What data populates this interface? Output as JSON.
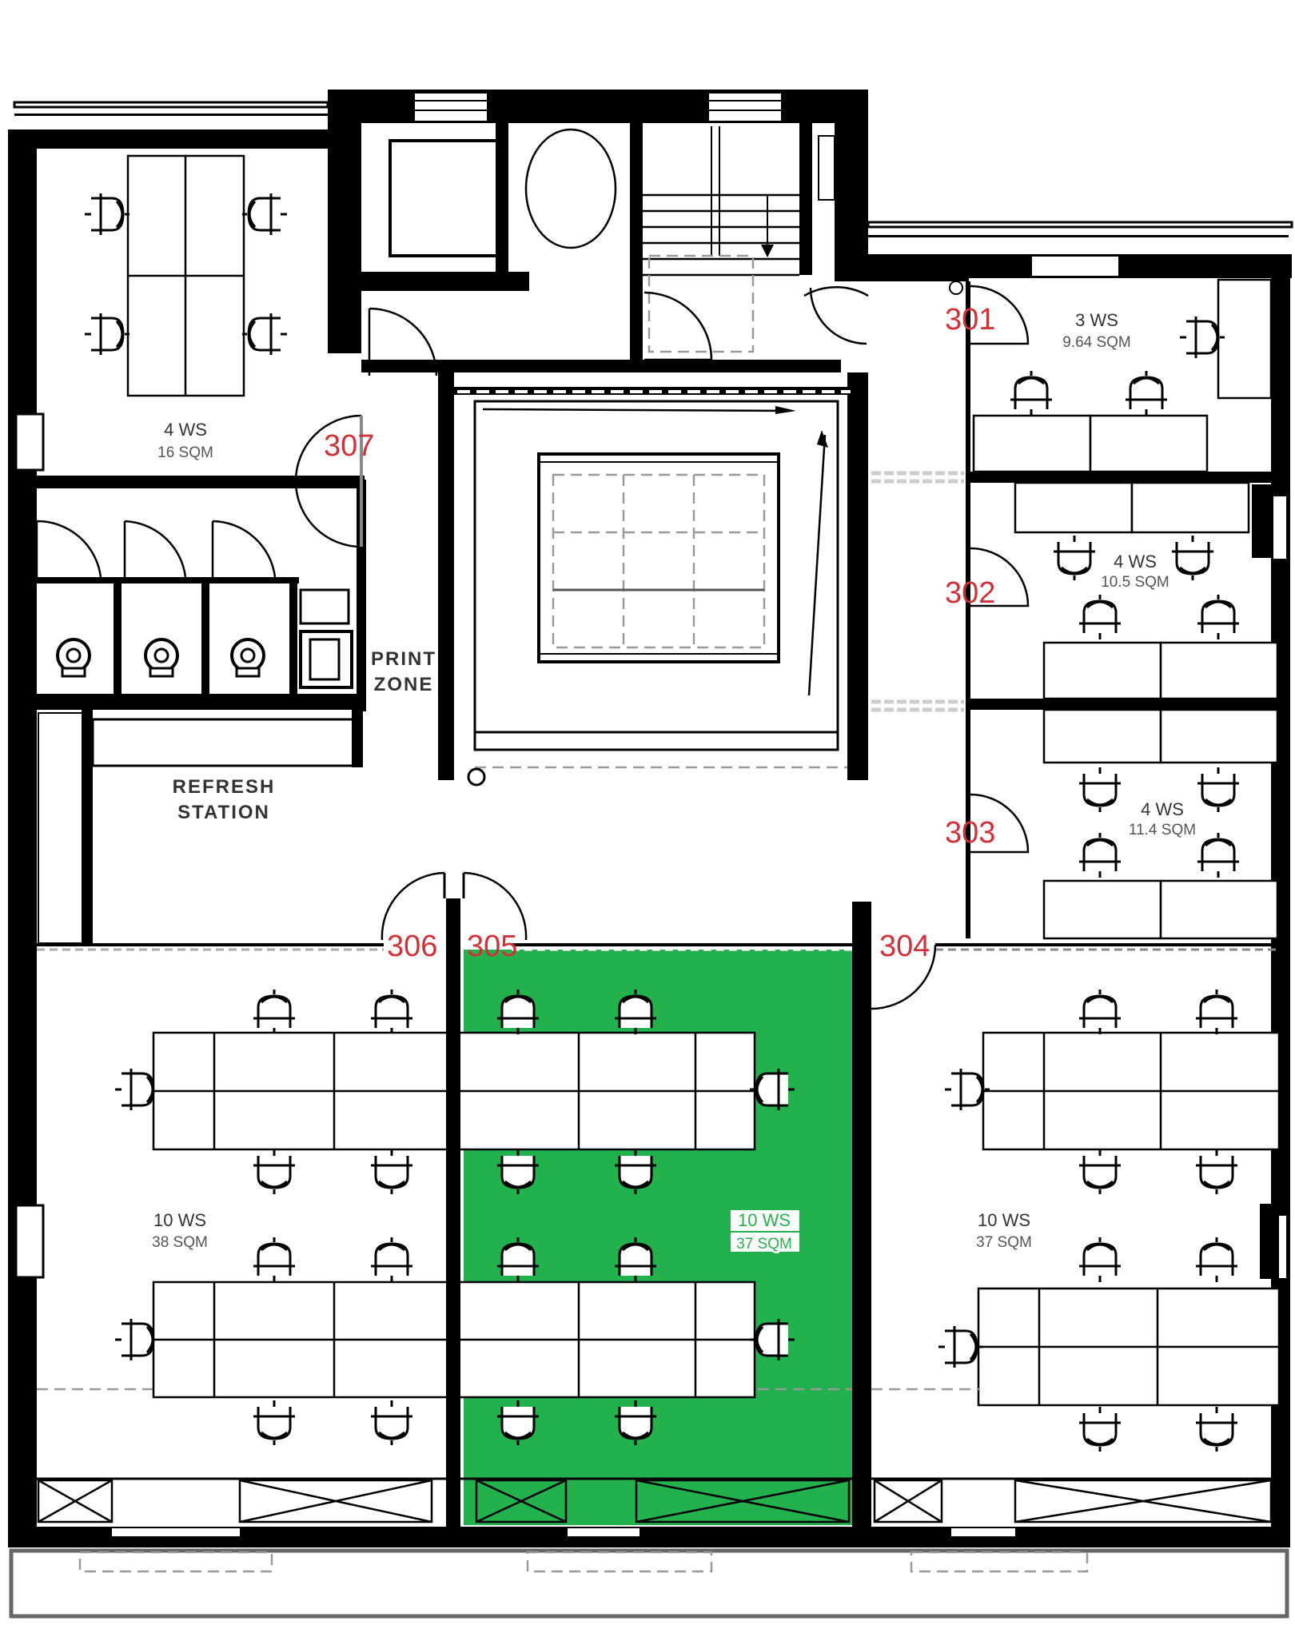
{
  "plan": {
    "title": "Office floor plan - level 3",
    "highlight_color": "#22B14C",
    "room_number_color": "#D0323A",
    "wall_color": "#000000"
  },
  "rooms": {
    "r_top_left": {
      "ws": "4 WS",
      "sqm": "16 SQM"
    },
    "r301": {
      "number": "301",
      "ws": "3 WS",
      "sqm": "9.64 SQM"
    },
    "r302": {
      "number": "302",
      "ws": "4 WS",
      "sqm": "10.5 SQM"
    },
    "r303": {
      "number": "303",
      "ws": "4 WS",
      "sqm": "11.4 SQM"
    },
    "r304": {
      "number": "304",
      "ws": "10 WS",
      "sqm": "37 SQM"
    },
    "r305": {
      "number": "305",
      "ws": "10 WS",
      "sqm": "37 SQM",
      "highlighted": true
    },
    "r306": {
      "number": "306",
      "ws": "10 WS",
      "sqm": "38 SQM"
    },
    "r307": {
      "number": "307"
    }
  },
  "zones": {
    "print_zone": [
      "PRINT",
      "ZONE"
    ],
    "refresh_station": [
      "REFRESH",
      "STATION"
    ]
  }
}
